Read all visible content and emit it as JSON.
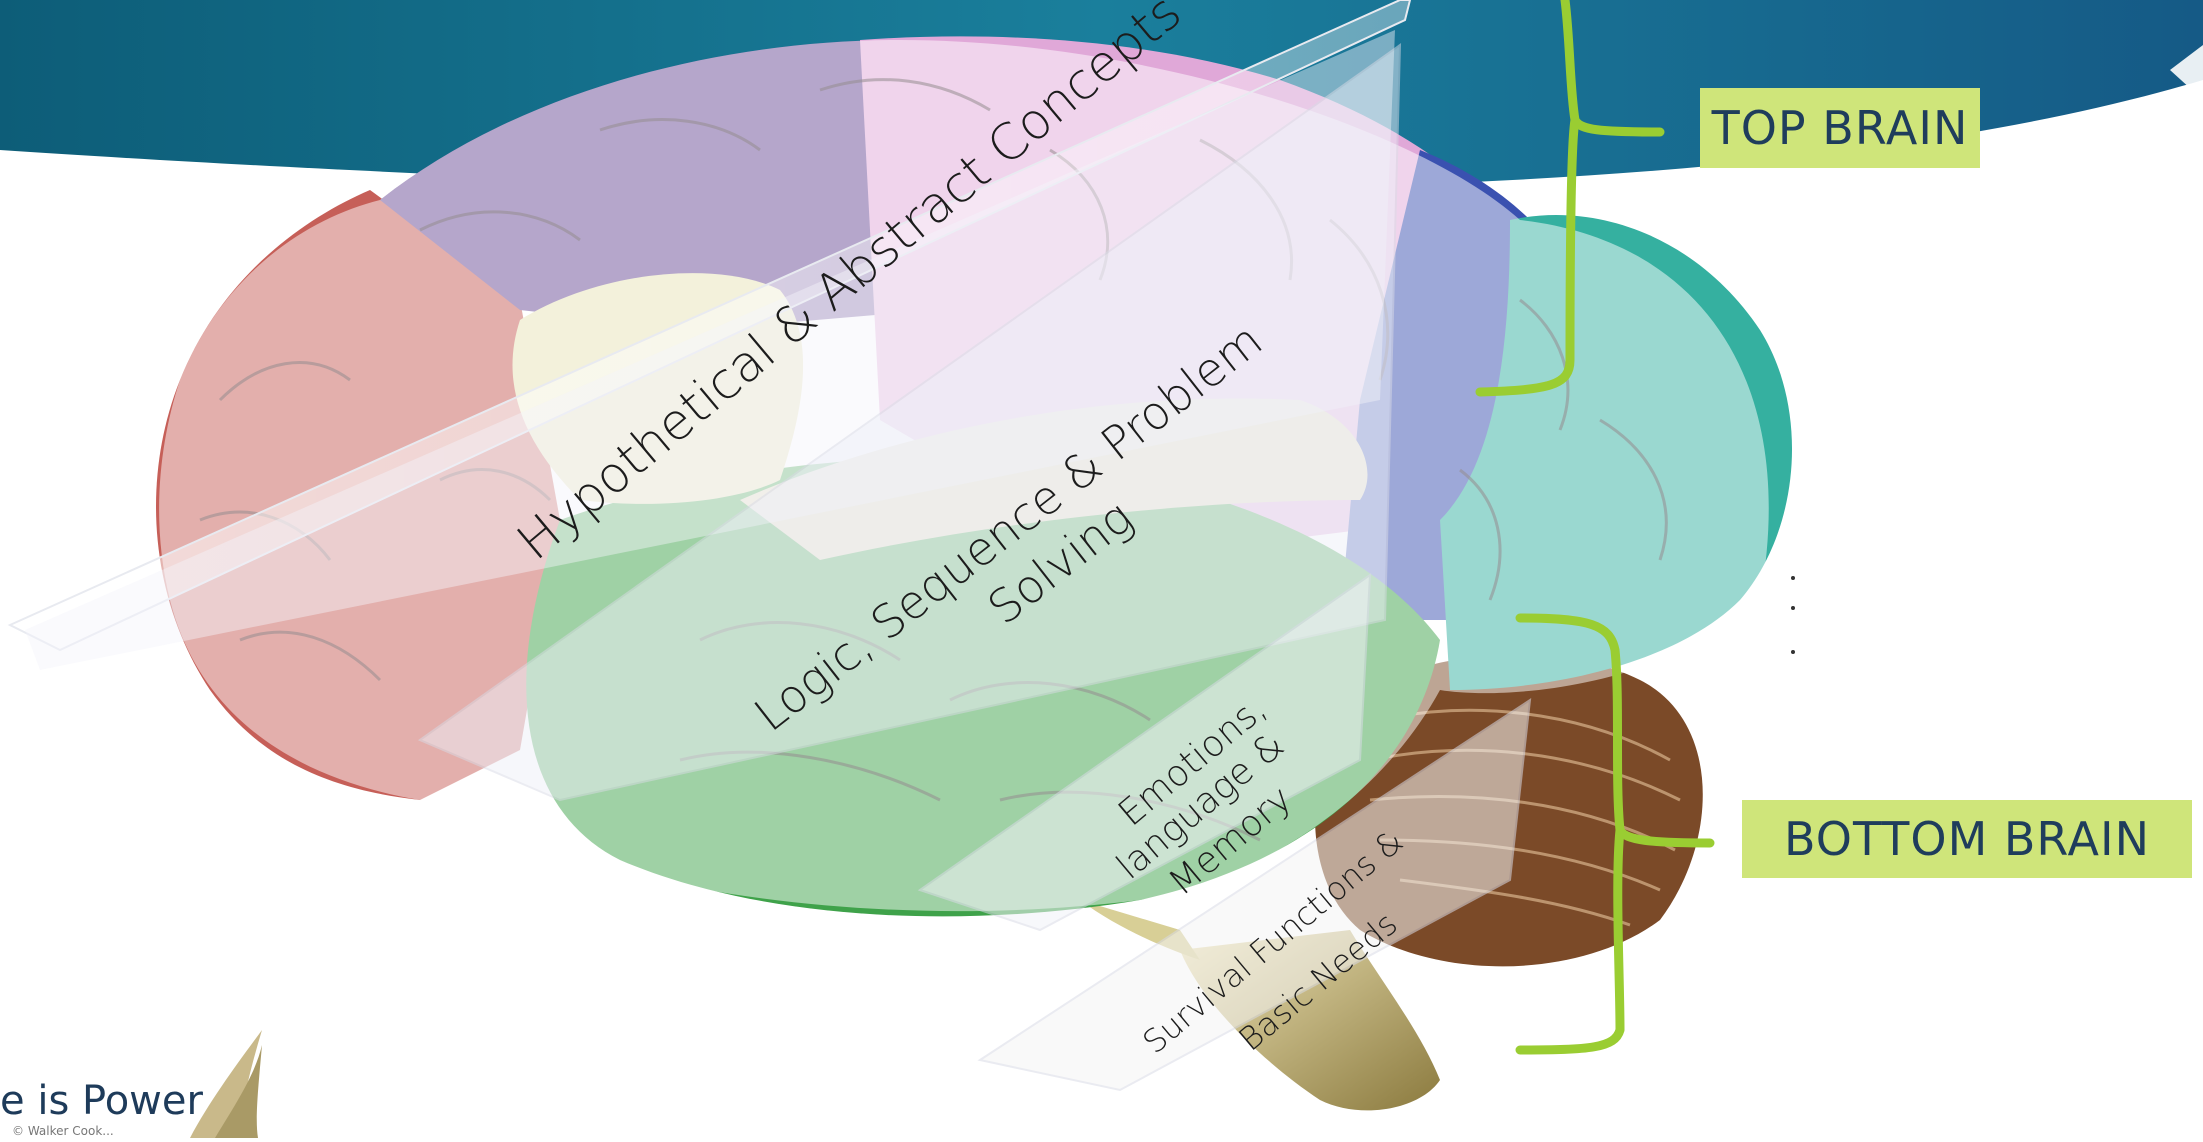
{
  "labels": {
    "top_brain": "TOP BRAIN",
    "bottom_brain": "BOTTOM BRAIN"
  },
  "bands": {
    "hypothetical": "Hypothetical & Abstract Concepts",
    "logic_line1": "Logic, Sequence & Problem",
    "logic_line2": "Solving",
    "emotions_line1": "Emotions,",
    "emotions_line2": "language &",
    "emotions_line3": "Memory",
    "survival_line1": "Survival Functions &",
    "survival_line2": "Basic Needs"
  },
  "logo": {
    "text": "e is Power",
    "subtext": "© Walker Cook..."
  },
  "colors": {
    "header_blue": "#1d6e8f",
    "label_green": "#cfe57a",
    "bracket_green": "#9acd32"
  }
}
